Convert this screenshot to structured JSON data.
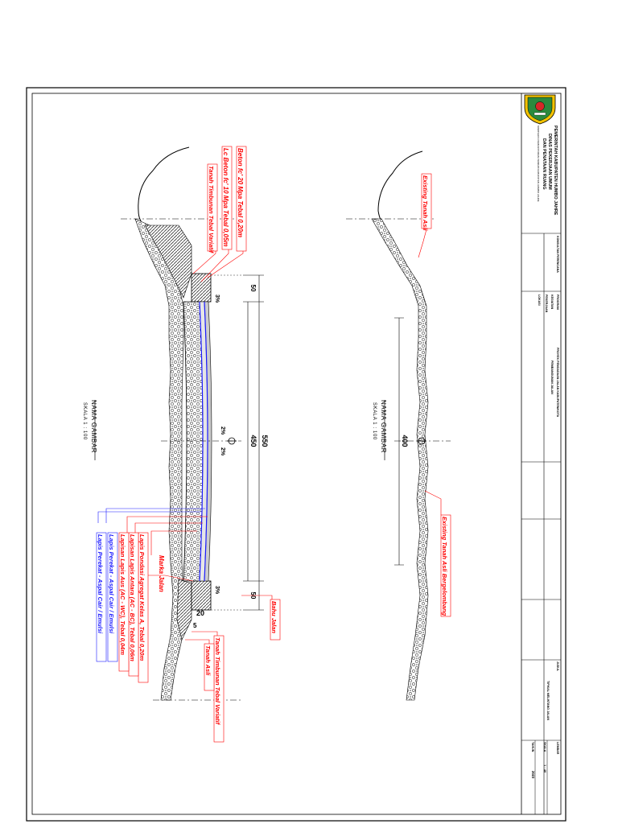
{
  "title_block": {
    "agency": "PEMERINTAH KABUPATEN HUMBO JAHRE",
    "department_1": "DINAS PEKERJAAN UMUM",
    "department_2": "DAN PENATAAN RUANG",
    "department_address": "KOMPLEKS PERKANTORAN PEMKAB KABUPATEN HUMBO JAHRE",
    "consultant_label": "KONSULTAN PERENCANA",
    "program_label": "PROGRAM",
    "program_value": "PROYEK PENGADAAN JALAN KABUPATEN/KOTA",
    "activity_label": "KEGIATAN",
    "activity_value": "PEMBANGUNAN JALAN",
    "work_label": "PEKERJAAN",
    "location_label": "LOKASI",
    "sheet_title_label": "JUDUL",
    "sheet_title_value": "TIPIKAL MELINTANG JALAN",
    "sheet_label": "LEMBAR",
    "scale_label": "SKALA",
    "scale_value": "1 : 40",
    "year_label": "TAHUN",
    "year_value": "2023"
  },
  "drawings": {
    "top": {
      "name": "NAMA GAMBAR",
      "scale": "SKALA 1 : 100",
      "dimensions": {
        "overall": "550",
        "pavement": "450",
        "left_shoulder": "50",
        "right_shoulder": "50",
        "thickness": "20",
        "step": "5"
      },
      "slopes": [
        "3%",
        "2%",
        "2%",
        "3%"
      ],
      "labels_red": [
        "Beton fc' 20 Mpa Tebal 0,20m",
        "Lc Beton fc' 10 Mpa Tebal 0,05m",
        "Tanah Timbunan Tebal Variatif",
        "Marka Jalan",
        "Lapis Pondasi Agregat Kelas A, Tebal 0,20m",
        "Lapisan Lapis Antara (AC - BC), Tebal 0,06m",
        "Lapisan Lapis Aus (AC - WC), Tebal 0,04m",
        "Bahu Jalan",
        "Tanah Timbunan Tebal Variatif",
        "Tanah Asli"
      ],
      "labels_blue": [
        "Lapis Perekat - Aspal Cair / Emulsi",
        "Lapis Perekat - Aspal Cair / Emulsi"
      ]
    },
    "bottom": {
      "name": "NAMA GAMBAR",
      "scale": "SKALA 1 : 100",
      "dimensions": {
        "width": "400"
      },
      "labels_red": [
        "Existing Tanah Asli",
        "Existing Tanah Asli Bergelombang"
      ]
    }
  },
  "colors": {
    "annotation_red": "#ff0000",
    "annotation_blue": "#1a1aff",
    "line": "#000000",
    "hatch": "#555555"
  },
  "icons": [
    "regency-emblem-icon",
    "centerline-symbol-icon"
  ]
}
